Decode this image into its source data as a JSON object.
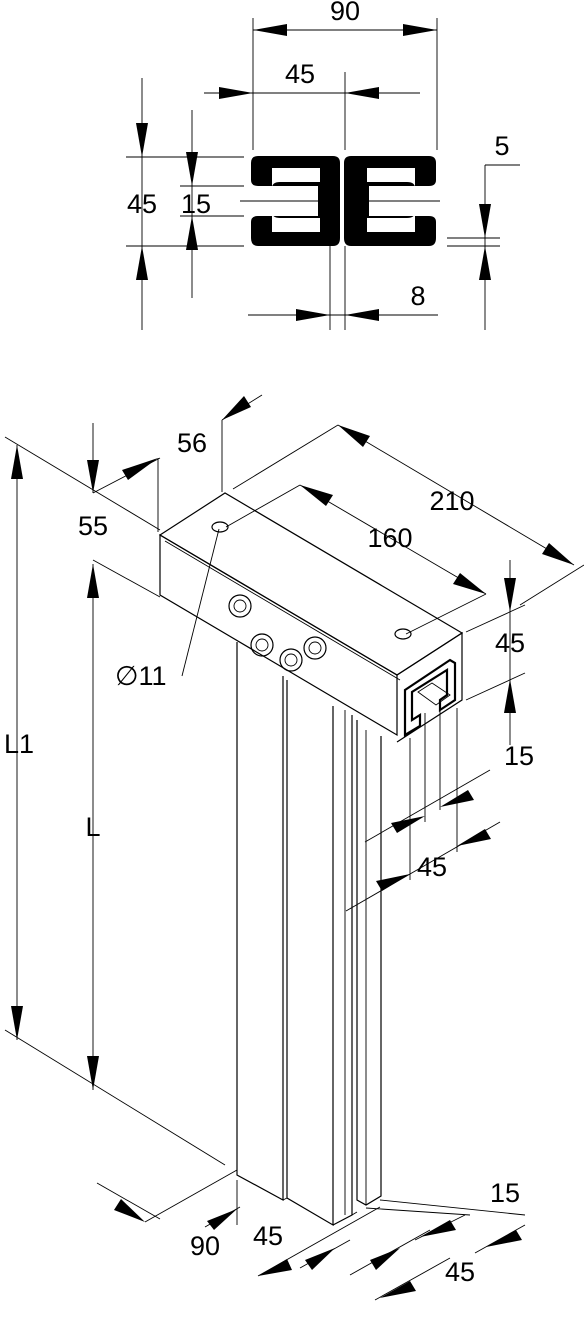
{
  "section_view": {
    "dim_width_total": "90",
    "dim_width_half": "45",
    "dim_height": "45",
    "dim_slot": "15",
    "dim_wall": "5",
    "dim_gap": "8"
  },
  "iso_view": {
    "dim_56": "56",
    "dim_55": "55",
    "dim_210": "210",
    "dim_160": "160",
    "dim_hole": "∅11",
    "dim_45_top": "45",
    "dim_15_right": "15",
    "dim_45_right": "45",
    "label_L1": "L1",
    "label_L": "L",
    "dim_90_bottom": "90",
    "dim_45_bottom_left": "45",
    "dim_15_bottom": "15",
    "dim_45_bottom_right": "45"
  }
}
